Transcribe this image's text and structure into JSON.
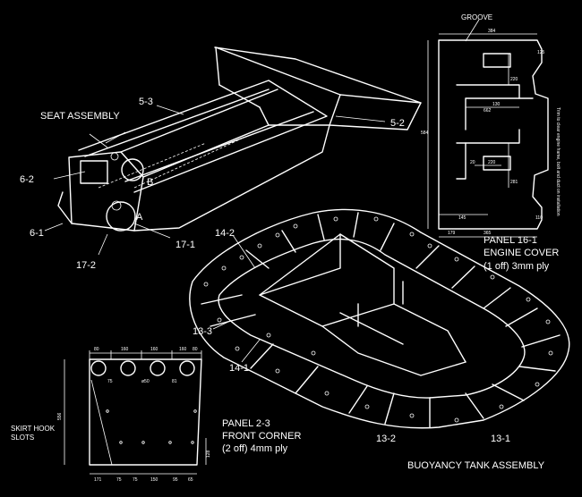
{
  "colors": {
    "background": "#000000",
    "line": "#ffffff"
  },
  "labels": {
    "groove": "GROOVE",
    "seat_assembly": "SEAT ASSEMBLY",
    "part_5_3": "5-3",
    "part_5_2": "5-2",
    "part_6_2": "6-2",
    "part_6_1": "6-1",
    "part_17_1": "17-1",
    "part_17_2": "17-2",
    "point_a": "A",
    "point_b": "B",
    "part_14_2": "14-2",
    "part_14_1": "14-1",
    "part_13_3": "13-3",
    "part_13_2": "13-2",
    "part_13_1": "13-1",
    "panel_16_1_title": "PANEL 16-1",
    "panel_16_1_sub": "ENGINE COVER",
    "panel_16_1_spec": "(1 off) 3mm ply",
    "panel_16_1_note": "Trim to clear engine frame, bolt and duct on installation",
    "panel_2_3_title": "PANEL 2-3",
    "panel_2_3_sub": "FRONT CORNER",
    "panel_2_3_spec": "(2 off) 4mm ply",
    "skirt_hook_1": "SKIRT HOOK",
    "skirt_hook_2": "SLOTS",
    "buoyancy_tank": "BUOYANCY TANK ASSEMBLY"
  },
  "dims_16_1": {
    "top": "384",
    "d1": "125",
    "d2": "220",
    "d3": "130",
    "d4": "662",
    "d5": "584",
    "d6": "20",
    "d7": "220",
    "d8": "281",
    "d9": "145",
    "d10": "365",
    "d11": "179",
    "d12": "110"
  },
  "dims_2_3": {
    "top": [
      "80",
      "160",
      "160",
      "160",
      "80"
    ],
    "bottom": [
      "171",
      "75",
      "75",
      "150",
      "95",
      "65"
    ],
    "left": "556",
    "right": "128",
    "r1": "75",
    "r2": "ø50",
    "r3": "81"
  }
}
